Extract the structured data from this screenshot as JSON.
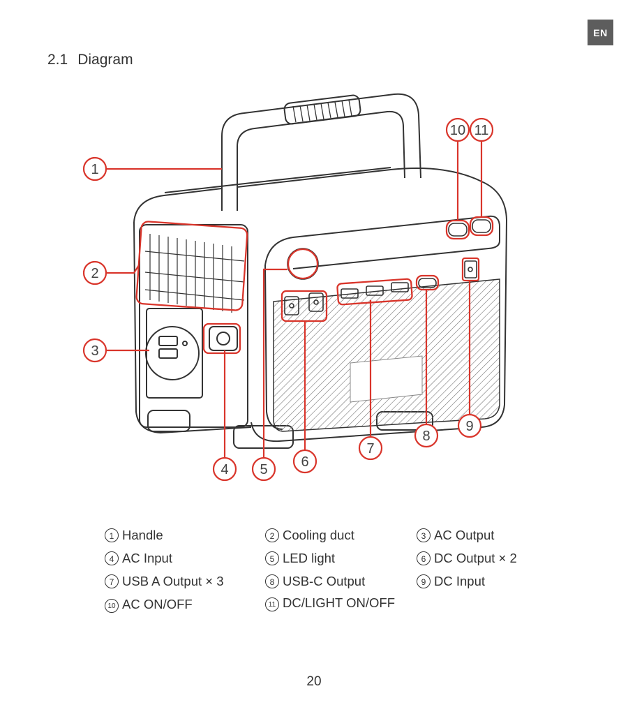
{
  "header": {
    "lang_badge": "EN",
    "section_number": "2.1",
    "section_title": "Diagram"
  },
  "diagram": {
    "accent_color": "#d9352b",
    "callouts": [
      "1",
      "2",
      "3",
      "4",
      "5",
      "6",
      "7",
      "8",
      "9",
      "10",
      "11"
    ]
  },
  "legend": [
    {
      "num": "1",
      "label": "Handle"
    },
    {
      "num": "2",
      "label": "Cooling duct"
    },
    {
      "num": "3",
      "label": "AC Output"
    },
    {
      "num": "4",
      "label": "AC Input"
    },
    {
      "num": "5",
      "label": "LED light"
    },
    {
      "num": "6",
      "label": "DC Output × 2"
    },
    {
      "num": "7",
      "label": "USB A Output × 3"
    },
    {
      "num": "8",
      "label": "USB-C Output"
    },
    {
      "num": "9",
      "label": "DC Input"
    },
    {
      "num": "10",
      "label": "AC ON/OFF"
    },
    {
      "num": "11",
      "label": "DC/LIGHT ON/OFF"
    }
  ],
  "footer": {
    "page_number": "20"
  }
}
